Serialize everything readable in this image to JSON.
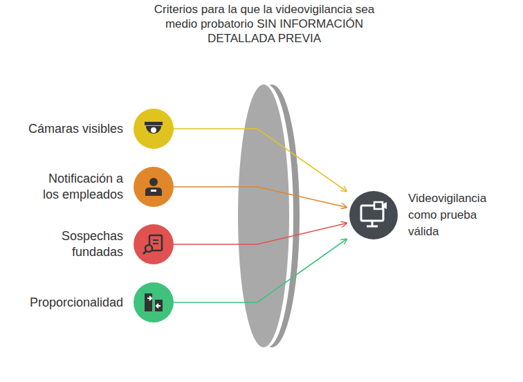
{
  "diagram": {
    "title": "Criterios para la que la videovigilancia sea medio probatorio SIN INFORMACIÓN DETALLADA PREVIA",
    "nodes": [
      {
        "text": [
          "Cámaras visibles"
        ]
      },
      {
        "text": [
          "Notificación a los empleados"
        ]
      },
      {
        "text": [
          "Sospechas fundadas"
        ]
      },
      {
        "text": [
          "Proporcionalidad"
        ]
      },
      {
        "text": [
          "Videovigilancia como prueba válida"
        ]
      }
    ],
    "edges": [
      {
        "from": 0,
        "to": 4,
        "arrow": "to"
      },
      {
        "from": 1,
        "to": 4,
        "arrow": "to"
      },
      {
        "from": 2,
        "to": 4,
        "arrow": "to"
      },
      {
        "from": 3,
        "to": 4,
        "arrow": "to"
      }
    ]
  }
}
